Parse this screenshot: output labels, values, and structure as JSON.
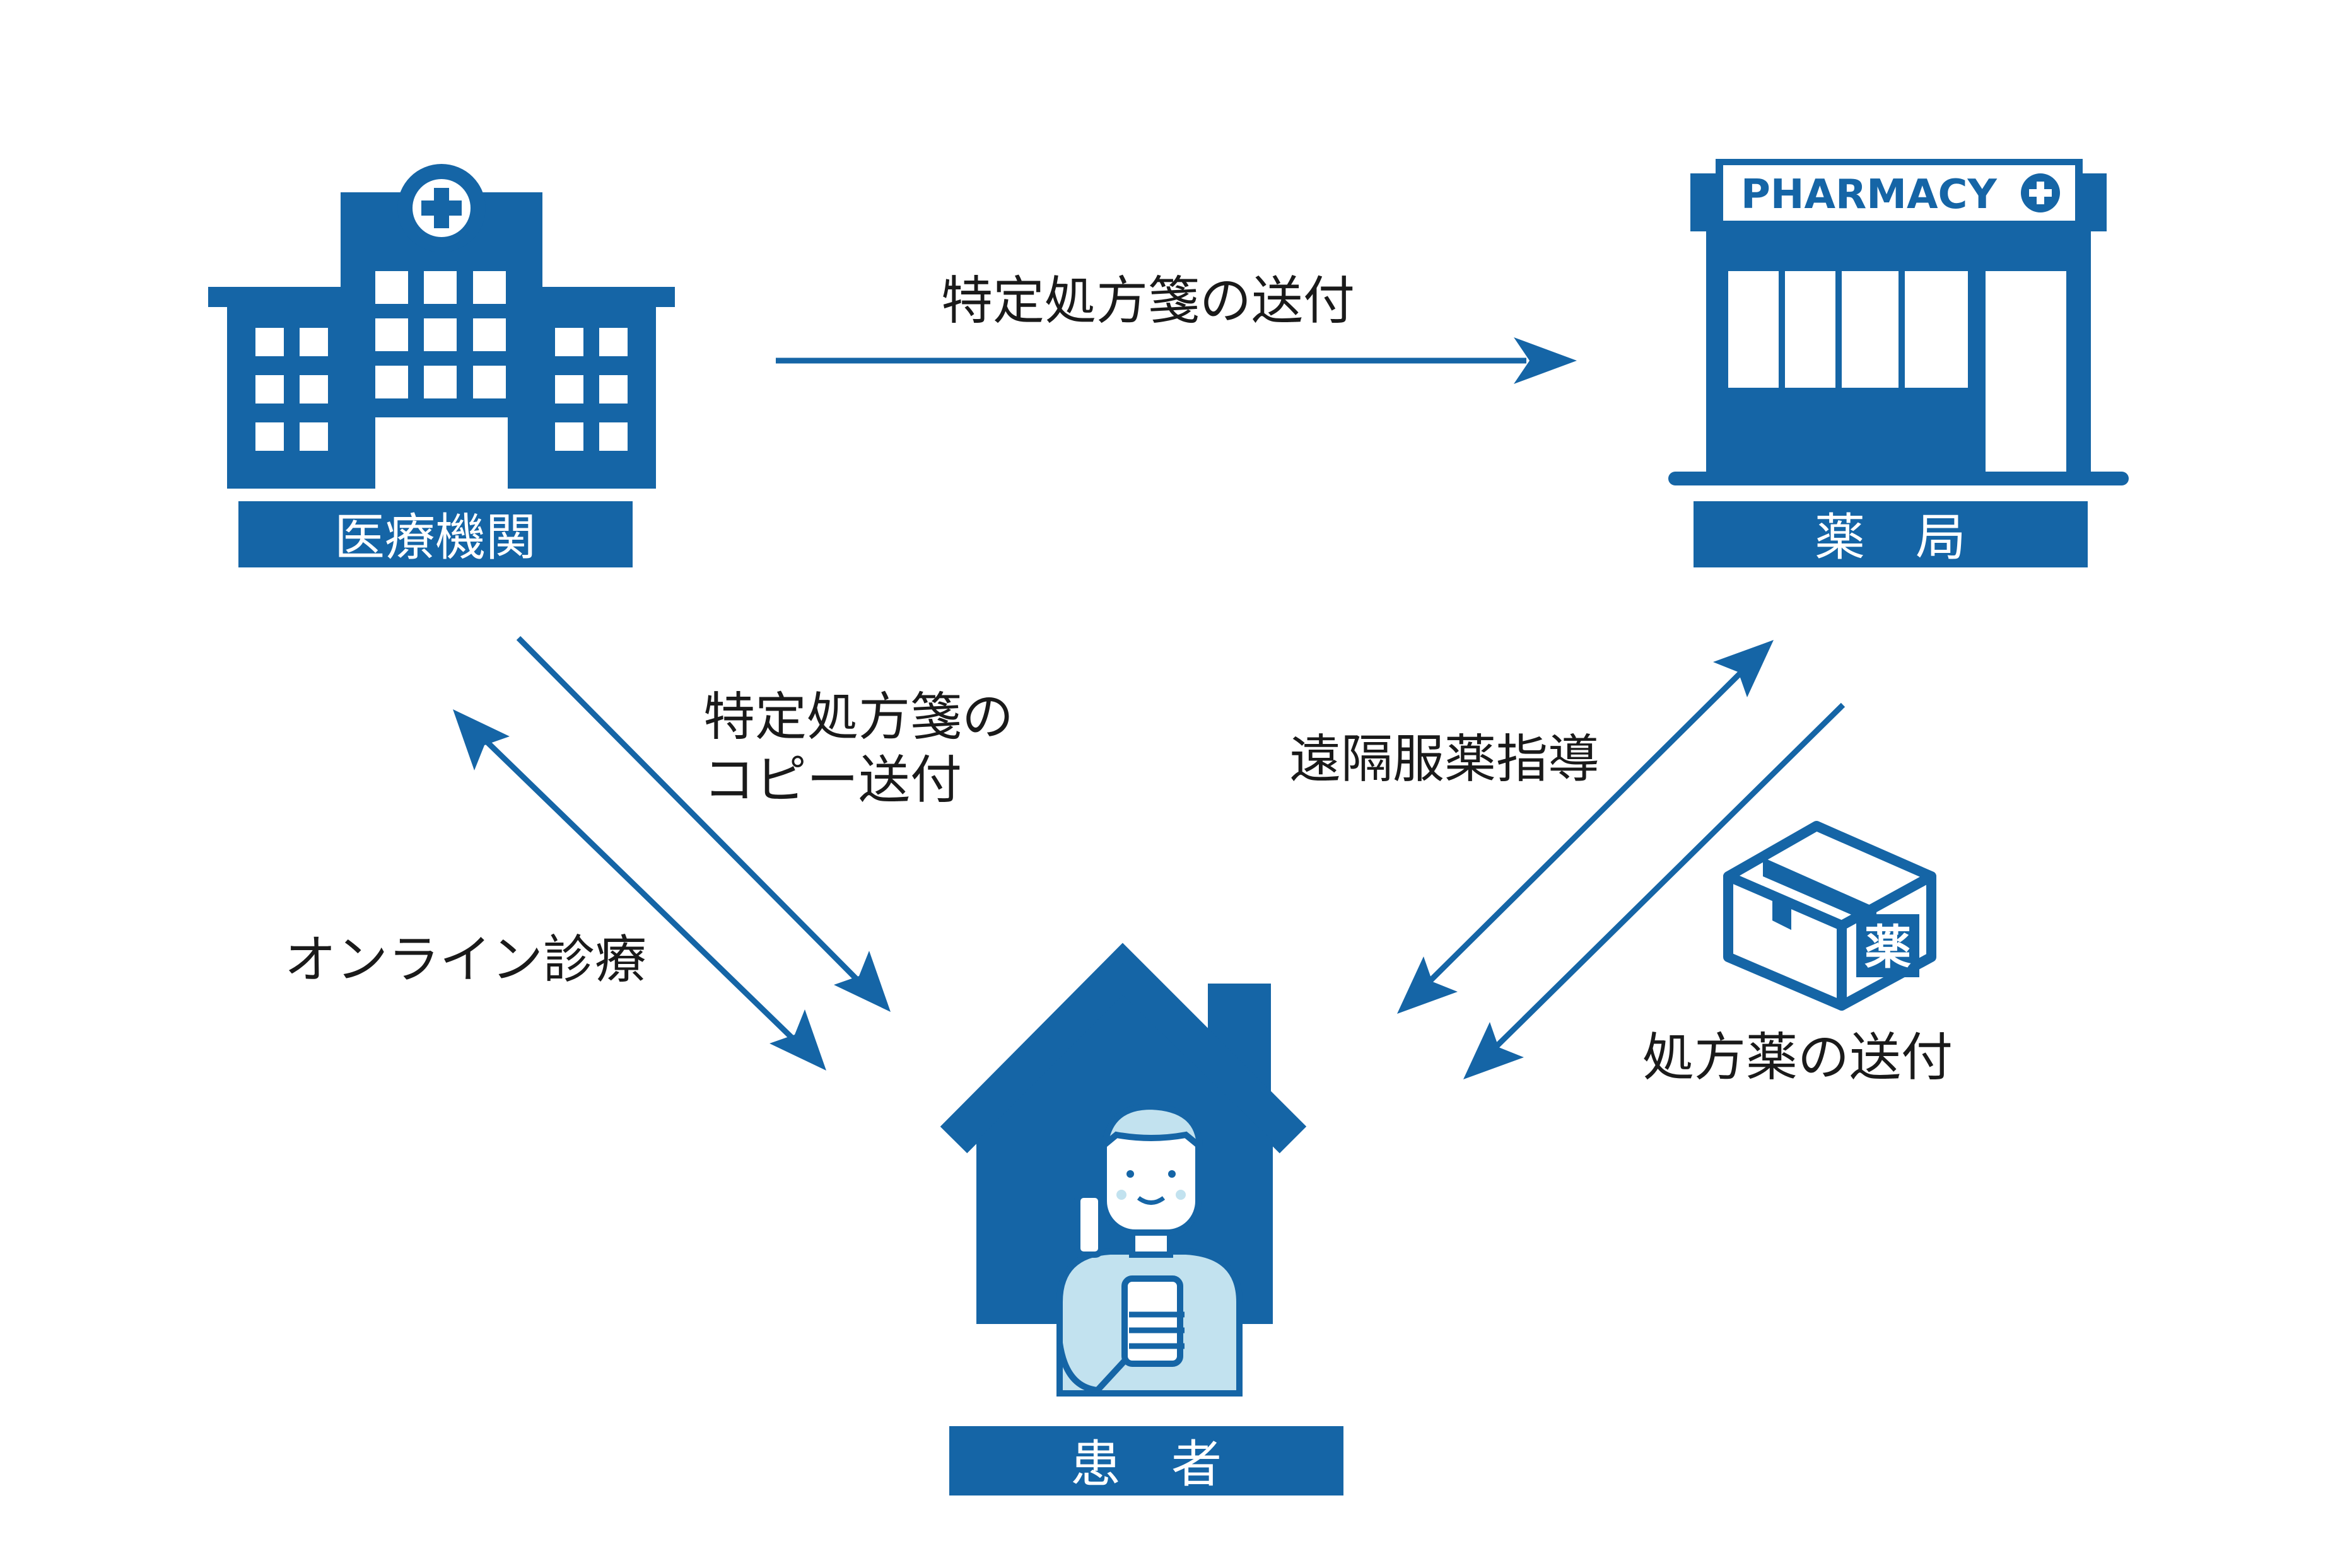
{
  "nodes": {
    "hospital": {
      "label": "医療機関"
    },
    "pharmacy": {
      "label": "薬　局",
      "sign": "PHARMACY"
    },
    "patient": {
      "label": "患　者"
    }
  },
  "edges": {
    "prescription_send": "特定処方箋の送付",
    "prescription_copy_line1": "特定処方箋の",
    "prescription_copy_line2": "コピー送付",
    "online_consult": "オンライン診療",
    "remote_guidance": "遠隔服薬指導",
    "medicine_send": "処方薬の送付"
  },
  "package_label": "薬",
  "colors": {
    "primary": "#1565a6",
    "light": "#c2e2ef",
    "text": "#1a1a1a"
  },
  "icons": [
    "hospital-icon",
    "pharmacy-icon",
    "house-icon",
    "person-icon",
    "smartphone-icon",
    "medicine-box-icon"
  ]
}
